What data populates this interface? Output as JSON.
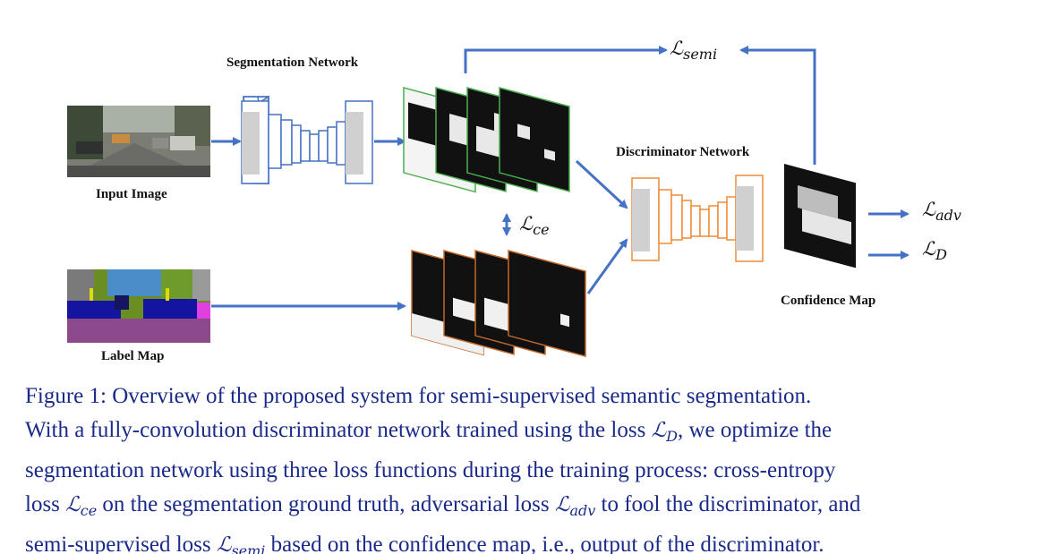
{
  "labels": {
    "segmentation_network": "Segmentation Network",
    "input_image": "Input Image",
    "label_map": "Label Map",
    "discriminator_network": "Discriminator Network",
    "confidence_map": "Confidence Map"
  },
  "losses": {
    "semi": {
      "symbol": "ℒ",
      "sub": "semi"
    },
    "ce": {
      "symbol": "ℒ",
      "sub": "ce"
    },
    "adv": {
      "symbol": "ℒ",
      "sub": "adv"
    },
    "d": {
      "symbol": "ℒ",
      "sub": "D"
    }
  },
  "caption": {
    "line1": "Figure 1: Overview of the proposed system for semi-supervised semantic segmentation.",
    "line2_a": "With a fully-convolution discriminator network trained using the loss ",
    "line2_sym": "ℒ",
    "line2_sub": "D",
    "line2_b": ", we optimize the",
    "line3": "segmentation network using three loss functions during the training process: cross-entropy",
    "line4_a": "loss ",
    "line4_sym1": "ℒ",
    "line4_sub1": "ce",
    "line4_b": " on the segmentation ground truth, adversarial loss ",
    "line4_sym2": "ℒ",
    "line4_sub2": "adv",
    "line4_c": " to fool the discriminator, and",
    "line5_a": "semi-supervised loss ",
    "line5_sym": "ℒ",
    "line5_sub": "semi",
    "line5_b": " based on the confidence map, i.e., output of the discriminator."
  },
  "colors": {
    "arrow": "#4472c4",
    "segmentation_net": "#4472c4",
    "discriminator_net": "#ed8b3a",
    "prediction_border": "#4caf50",
    "label_border": "#c0682a",
    "caption_text": "#1a2a8a"
  }
}
